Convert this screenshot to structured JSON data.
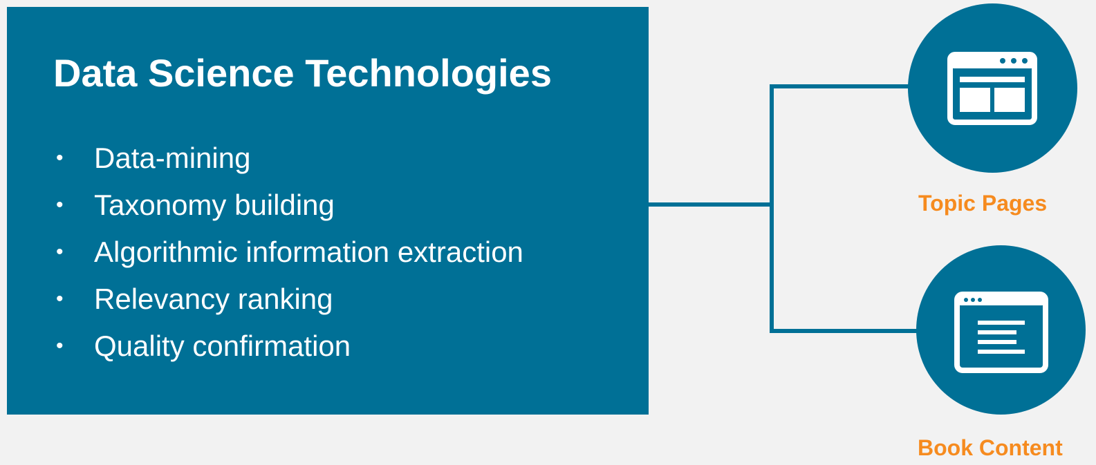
{
  "colors": {
    "background": "#f2f2f2",
    "panel": "#007096",
    "panel_text": "#ffffff",
    "connector": "#007096",
    "label": "#f68b1f"
  },
  "panel": {
    "title": "Data Science Technologies",
    "bullet_glyph": "•",
    "items": [
      "Data-mining",
      "Taxonomy building",
      "Algorithmic information extraction",
      "Relevancy ranking",
      "Quality confirmation"
    ]
  },
  "nodes": [
    {
      "label": "Topic Pages",
      "icon": "browser-layout-icon"
    },
    {
      "label": "Book Content",
      "icon": "document-window-icon"
    }
  ]
}
